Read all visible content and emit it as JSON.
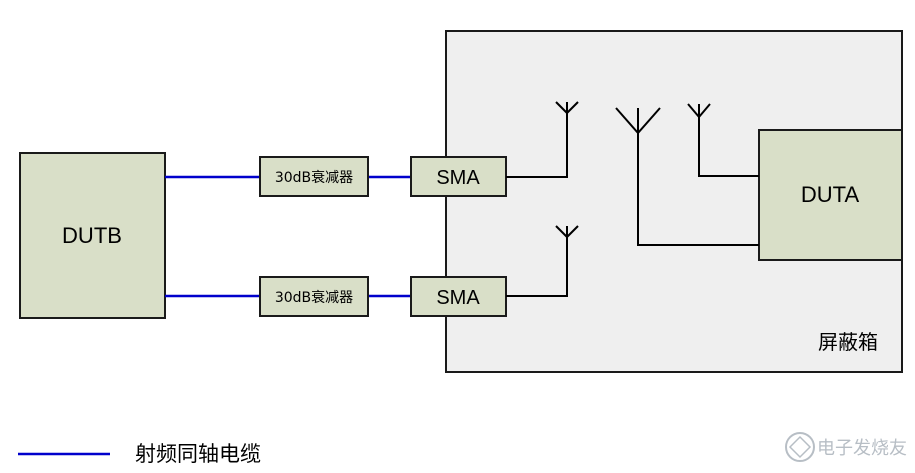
{
  "diagram": {
    "dutb_label": "DUTB",
    "duta_label": "DUTA",
    "attenuator_top": "30dB衰减器",
    "attenuator_bottom": "30dB衰减器",
    "sma_top": "SMA",
    "sma_bottom": "SMA",
    "shield_box_label": "屏蔽箱",
    "legend_label": "射频同轴电缆",
    "watermark_text": "电子发烧友",
    "colors": {
      "box_fill": "#d9dfc8",
      "shield_fill": "#efefef",
      "cable": "#0000cc",
      "line": "#000000"
    }
  }
}
